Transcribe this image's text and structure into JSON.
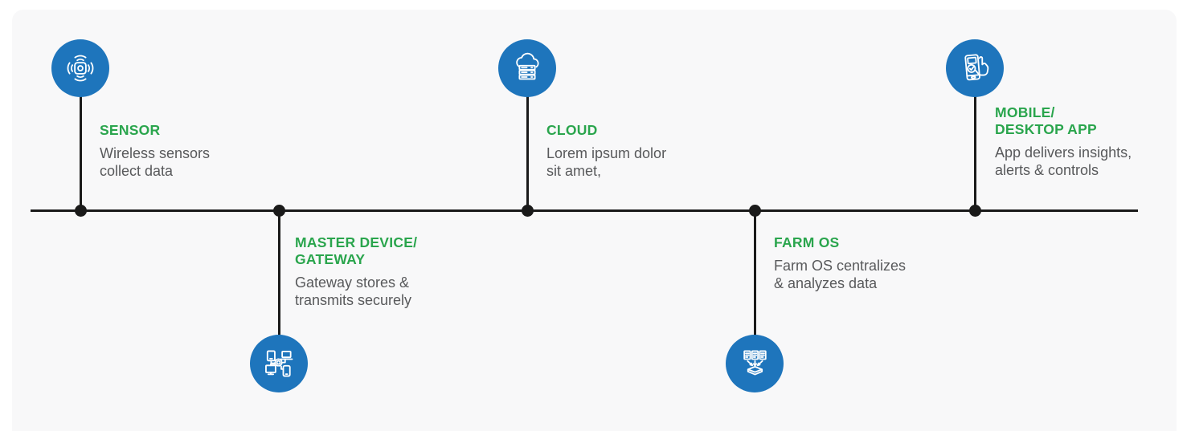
{
  "diagram": {
    "kind": "horizontal-process-timeline",
    "node_count": 5
  },
  "colors": {
    "accent-blue": "#1e75bc",
    "accent-green": "#2aa54d",
    "text-gray": "#58595b",
    "line-color": "#1a1a1a",
    "panel-bg": "#f8f8f9"
  },
  "timeline": {
    "nodes": [
      {
        "id": "sensor",
        "side": "above",
        "icon": "wireless-sensor-icon",
        "title_lines": [
          "SENSOR"
        ],
        "desc_lines": [
          "Wireless sensors",
          "collect data"
        ]
      },
      {
        "id": "gateway",
        "side": "below",
        "icon": "connected-devices-gateway-icon",
        "title_lines": [
          "MASTER DEVICE/",
          "GATEWAY"
        ],
        "desc_lines": [
          "Gateway stores &",
          "transmits securely"
        ]
      },
      {
        "id": "cloud",
        "side": "above",
        "icon": "cloud-server-icon",
        "title_lines": [
          "CLOUD"
        ],
        "desc_lines": [
          "Lorem ipsum dolor",
          "sit amet,"
        ]
      },
      {
        "id": "farm-os",
        "side": "below",
        "icon": "data-aggregation-icon",
        "title_lines": [
          "FARM OS"
        ],
        "desc_lines": [
          "Farm OS centralizes",
          "& analyzes data"
        ]
      },
      {
        "id": "mobile-desktop-app",
        "side": "above",
        "icon": "mobile-tap-check-icon",
        "title_lines": [
          "MOBILE/",
          "DESKTOP APP"
        ],
        "desc_lines": [
          "App delivers insights,",
          "alerts & controls"
        ]
      }
    ]
  }
}
